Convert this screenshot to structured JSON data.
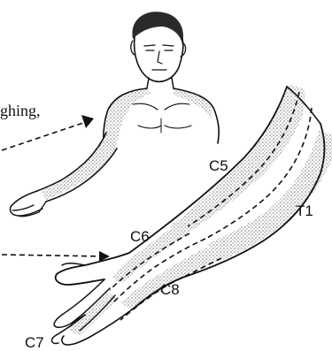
{
  "figure": {
    "text_fragment": "ghing,",
    "dermatome_labels": {
      "c5": "C5",
      "c6": "C6",
      "c7": "C7",
      "c8": "C8",
      "t1": "T1"
    }
  },
  "colors": {
    "ink": "#111111",
    "stipple": "#9a9a9a",
    "background": "#ffffff"
  }
}
